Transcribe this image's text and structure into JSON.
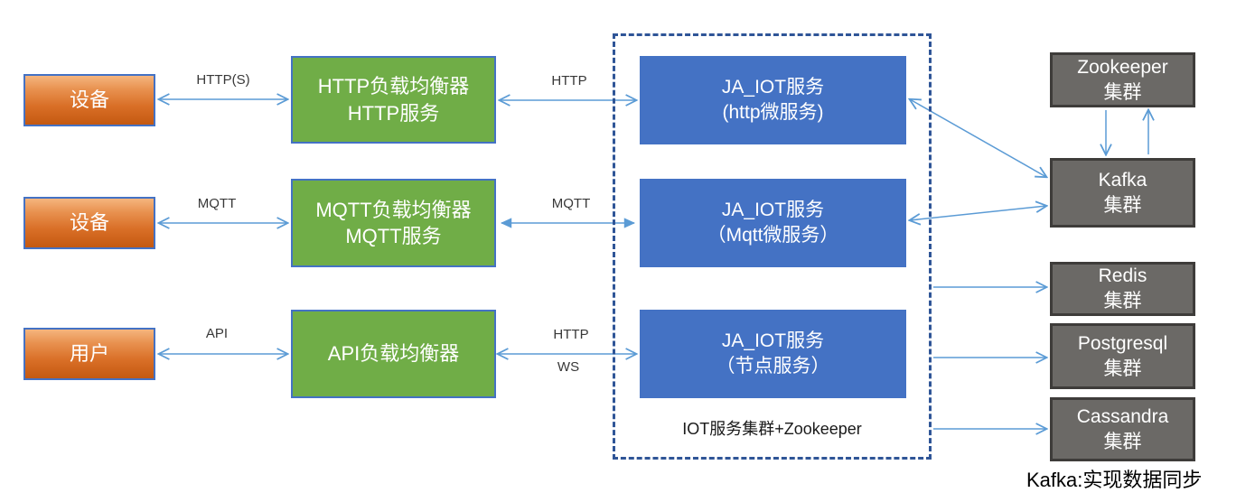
{
  "colors": {
    "orange_gradient_top": "#F5B57E",
    "orange_gradient_bottom": "#C45911",
    "green_fill": "#70AD47",
    "blue_fill": "#4472C4",
    "gray_fill": "#6B6966",
    "gray_border": "#3E3C3A",
    "box_border_blue": "#4472C4",
    "arrow_blue": "#5B9BD5",
    "dashed_border_blue": "#2F5597",
    "label_text": "#383838",
    "box_text": "#FFFFFF"
  },
  "nodes": {
    "device1": {
      "label": "设备"
    },
    "device2": {
      "label": "设备"
    },
    "user": {
      "label": "用户"
    },
    "http_lb": {
      "line1": "HTTP负载均衡器",
      "line2": "HTTP服务"
    },
    "mqtt_lb": {
      "line1": "MQTT负载均衡器",
      "line2": "MQTT服务"
    },
    "api_lb": {
      "line1": "API负载均衡器"
    },
    "iot_http": {
      "line1": "JA_IOT服务",
      "line2": "(http微服务)"
    },
    "iot_mqtt": {
      "line1": "JA_IOT服务",
      "line2": "（Mqtt微服务）"
    },
    "iot_node": {
      "line1": "JA_IOT服务",
      "line2": "（节点服务）"
    },
    "zookeeper": {
      "line1": "Zookeeper",
      "line2": "集群"
    },
    "kafka": {
      "line1": "Kafka",
      "line2": "集群"
    },
    "redis": {
      "line1": "Redis",
      "line2": "集群"
    },
    "postgresql": {
      "line1": "Postgresql",
      "line2": "集群"
    },
    "cassandra": {
      "line1": "Cassandra",
      "line2": "集群"
    }
  },
  "edge_labels": {
    "device1_to_http_lb": "HTTP(S)",
    "http_lb_to_iot_http": "HTTP",
    "device2_to_mqtt_lb": "MQTT",
    "mqtt_lb_to_iot_mqtt": "MQTT",
    "user_to_api_lb": "API",
    "api_lb_to_iot_node_top": "HTTP",
    "api_lb_to_iot_node_bottom": "WS"
  },
  "cluster": {
    "label": "IOT服务集群+Zookeeper"
  },
  "caption": "Kafka:实现数据同步"
}
